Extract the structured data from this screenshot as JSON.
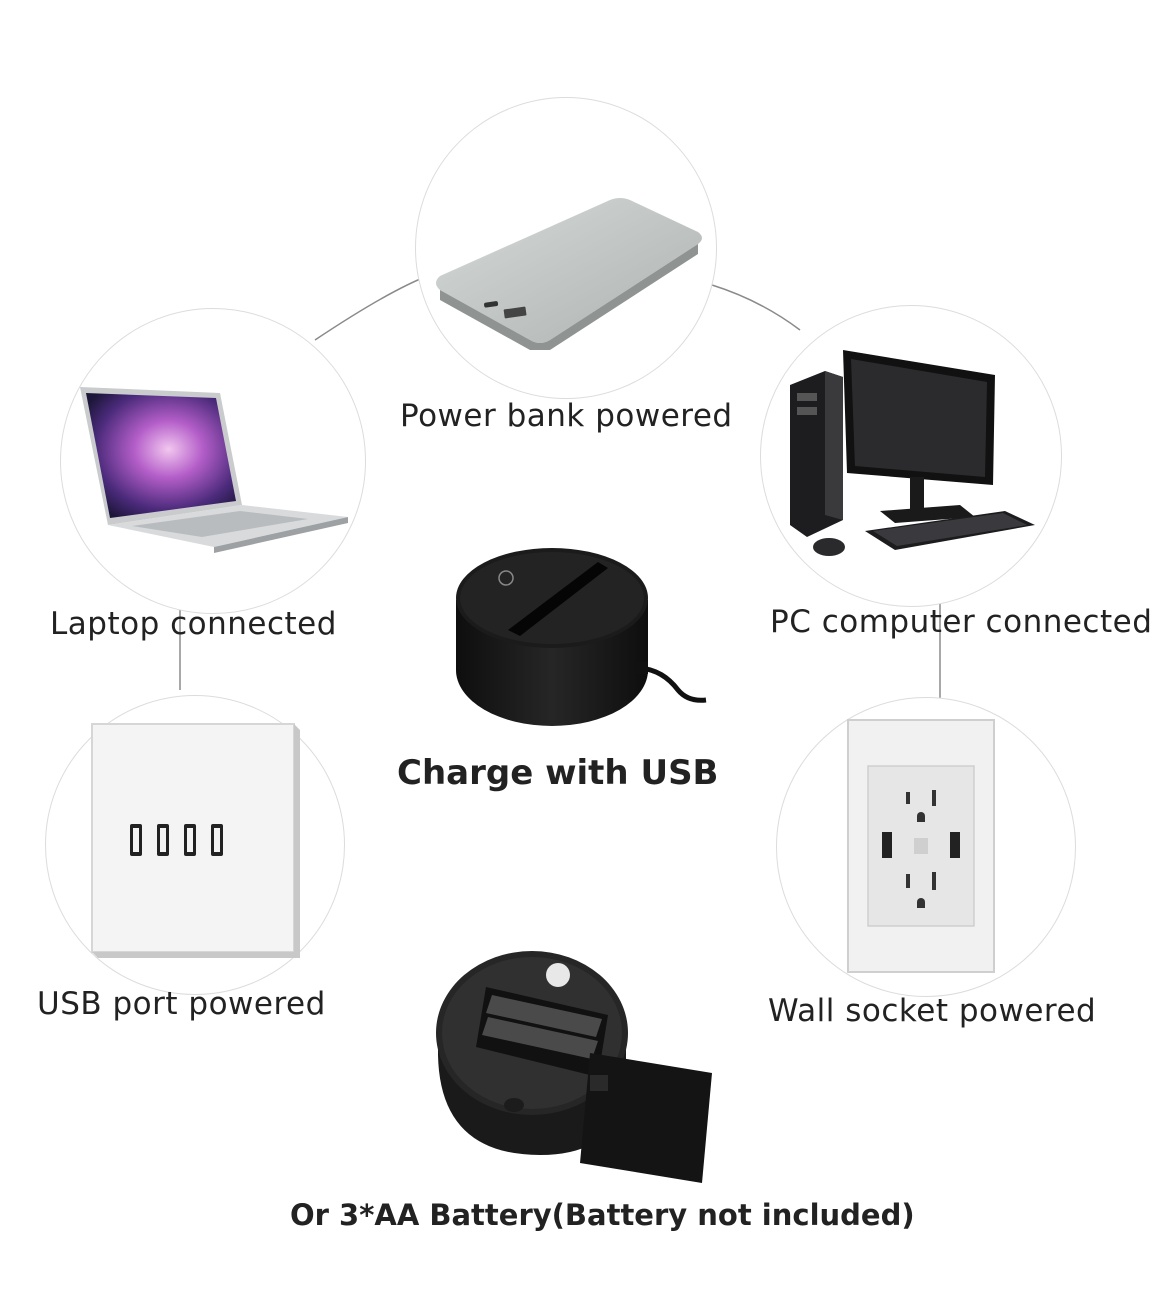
{
  "labels": {
    "power_bank": "Power bank powered",
    "laptop": "Laptop connected",
    "pc": "PC computer connected",
    "usb_port": "USB port powered",
    "wall_socket": "Wall socket powered",
    "center": "Charge with USB",
    "battery": "Or 3*AA Battery(Battery not included)"
  },
  "icons": {
    "power_bank": "power-bank-icon",
    "laptop": "laptop-icon",
    "pc": "desktop-computer-icon",
    "usb_port": "usb-wall-plate-icon",
    "wall_socket": "wall-outlet-icon",
    "center": "lamp-base-icon",
    "battery": "battery-compartment-icon"
  }
}
